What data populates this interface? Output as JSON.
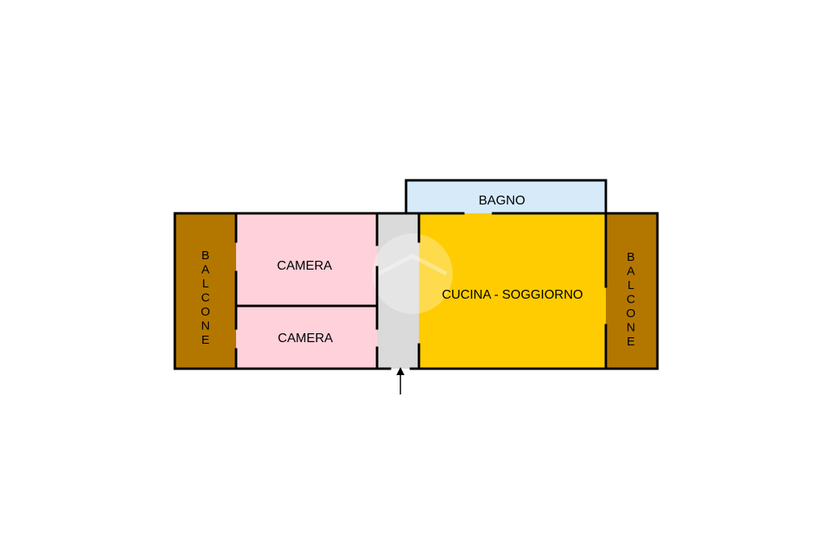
{
  "plan": {
    "rooms": {
      "balcone_left": {
        "label": "BALCONE",
        "color": "#b37700"
      },
      "camera_top": {
        "label": "CAMERA",
        "color": "#ffd1da"
      },
      "camera_bottom": {
        "label": "CAMERA",
        "color": "#ffd1da"
      },
      "corridor": {
        "label": "",
        "color": "#dadada"
      },
      "bagno": {
        "label": "BAGNO",
        "color": "#d6eafa"
      },
      "cucina_soggiorno": {
        "label": "CUCINA - SOGGIORNO",
        "color": "#fecc00"
      },
      "balcone_right": {
        "label": "BALCONE",
        "color": "#b37700"
      }
    },
    "wall_color": "#000000",
    "entrance_arrow": "up-arrow-icon"
  }
}
